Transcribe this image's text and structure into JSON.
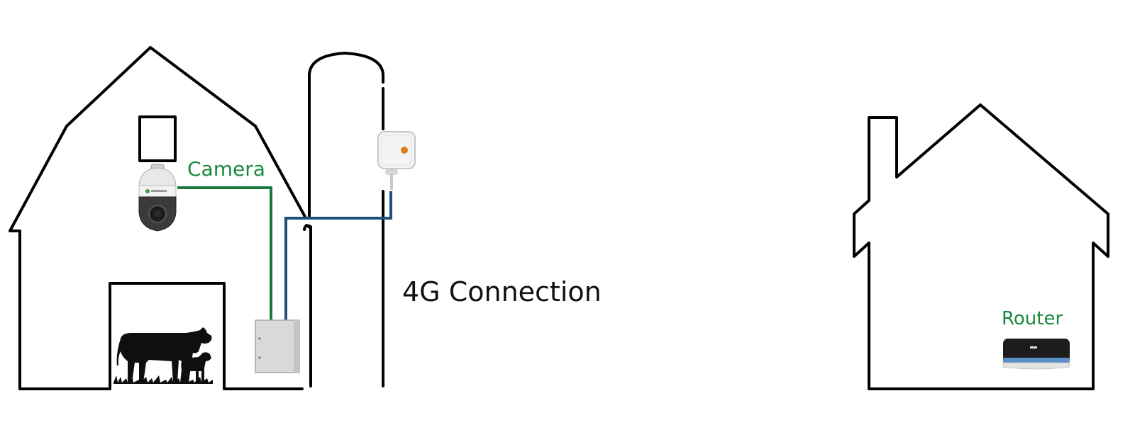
{
  "labels": {
    "camera": "Camera",
    "connection": "4G Connection",
    "router": "Router"
  },
  "colors": {
    "outline": "#000000",
    "camera_cable": "#1a7a3c",
    "network_cable": "#1f4e79",
    "label_green": "#1a8a3e"
  },
  "icons": {
    "ptz_camera": "ptz-camera-icon",
    "antenna": "4g-antenna-icon",
    "enclosure": "electrical-enclosure-icon",
    "router": "router-icon",
    "livestock": "cow-and-calf-silhouette"
  }
}
